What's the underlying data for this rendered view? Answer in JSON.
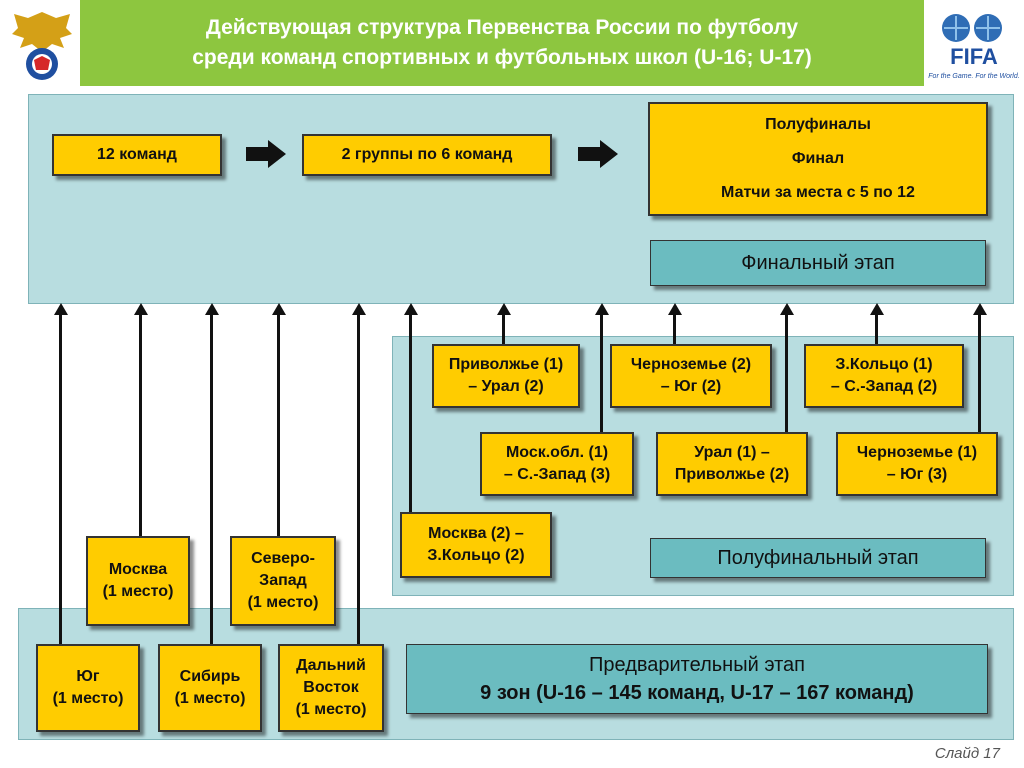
{
  "title": {
    "line1": "Действующая структура Первенства России по футболу",
    "line2": "среди команд спортивных и футбольных школ (U-16; U-17)"
  },
  "logos": {
    "fifa_text": "FIFA",
    "fifa_tagline": "For the Game. For the World."
  },
  "final_stage": {
    "box_12": "12 команд",
    "box_groups": "2 группы по 6 команд",
    "finals_lines": [
      "Полуфиналы",
      "Финал",
      "Матчи за места с 5 по 12"
    ],
    "label": "Финальный этап"
  },
  "semifinal_stage": {
    "pairs": [
      [
        "Приволжье (1)",
        "– Урал (2)"
      ],
      [
        "Черноземье (2)",
        "– Юг (2)"
      ],
      [
        "З.Кольцо (1)",
        "– С.-Запад (2)"
      ],
      [
        "Моск.обл. (1)",
        "– С.-Запад (3)"
      ],
      [
        "Урал (1) –",
        "Приволжье (2)"
      ],
      [
        "Черноземье (1)",
        "– Юг (3)"
      ],
      [
        "Москва (2) –",
        "З.Кольцо (2)"
      ]
    ],
    "label": "Полуфинальный этап"
  },
  "direct_qualifiers": [
    [
      "Москва",
      "(1 место)"
    ],
    [
      "Северо-",
      "Запад",
      "(1 место)"
    ],
    [
      "Юг",
      "(1 место)"
    ],
    [
      "Сибирь",
      "(1 место)"
    ],
    [
      "Дальний",
      "Восток",
      "(1 место)"
    ]
  ],
  "preliminary_stage": {
    "line1": "Предварительный этап",
    "line2": "9 зон (U-16 – 145 команд, U-17 – 167 команд)"
  },
  "slide_number": "Слайд 17"
}
